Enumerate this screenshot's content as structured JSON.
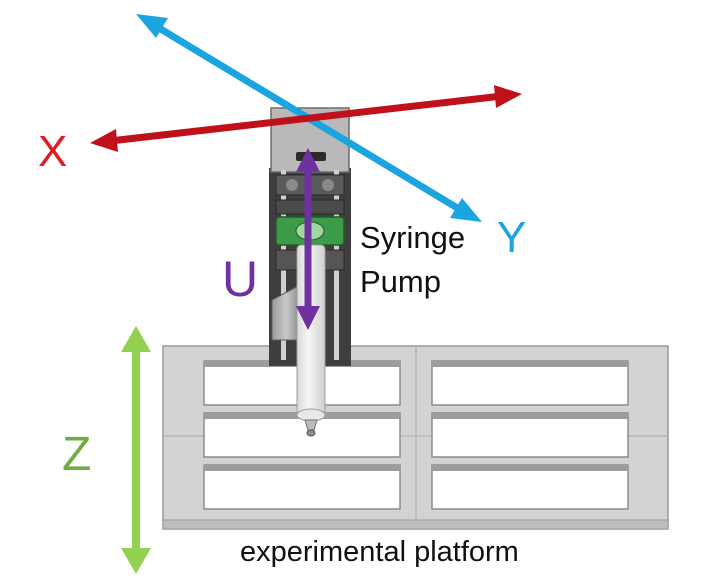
{
  "axes": {
    "x": {
      "label": "X",
      "color": "#e31b23"
    },
    "y": {
      "label": "Y",
      "color": "#1aa5e0"
    },
    "z": {
      "label": "Z",
      "color": "#70ad47"
    },
    "u": {
      "label": "U",
      "color": "#7030a0"
    }
  },
  "components": {
    "syringe_pump": {
      "line1": "Syringe",
      "line2": "Pump"
    },
    "platform": {
      "label": "experimental platform"
    }
  }
}
